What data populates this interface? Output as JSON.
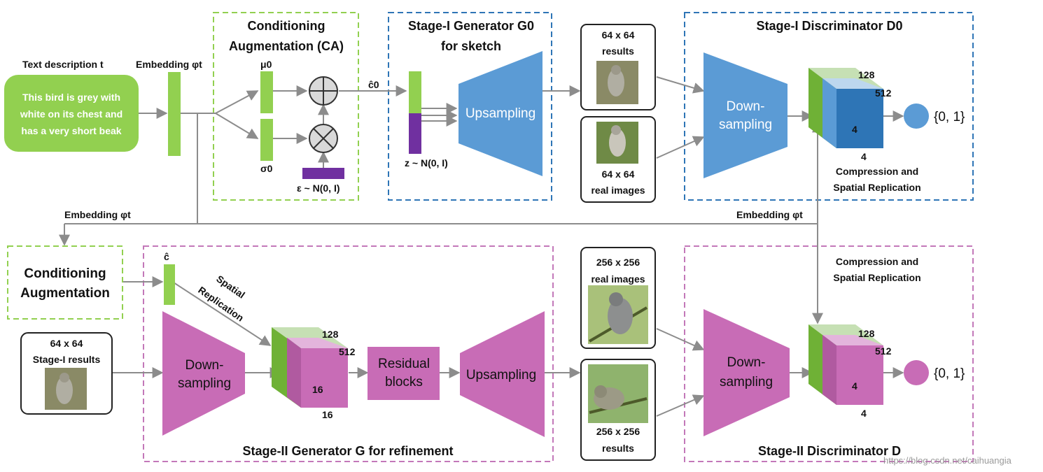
{
  "colors": {
    "green": "#92d050",
    "green_dark": "#6fb136",
    "blue": "#5b9bd5",
    "blue_dark": "#2e75b6",
    "purple": "#7030a0",
    "pink": "#c86cb6",
    "pink_light": "#e3b4dc",
    "stage1_border": "#2e75b6",
    "ca_border": "#92d050",
    "stage2_border": "#c378b9"
  },
  "text_description": {
    "title": "Text description t",
    "line1": "This bird is grey with",
    "line2": "white on its chest and",
    "line3": "has a very short beak"
  },
  "embedding_top": "Embedding φt",
  "embedding_left": "Embedding φt",
  "embedding_right": "Embedding φt",
  "ca_top": {
    "title1": "Conditioning",
    "title2": "Augmentation (CA)",
    "mu": "μ0",
    "sigma": "σ0",
    "epsilon": "ε ~ N(0, I)",
    "plus_icon": "circle-plus",
    "times_icon": "circle-times"
  },
  "stage1_gen": {
    "title1": "Stage-I Generator G0",
    "title2": "for sketch",
    "c_hat": "ĉ0",
    "z": "z ~ N(0, I)",
    "block": "Upsampling"
  },
  "stage1_images": {
    "results1": "64 x 64",
    "results2": "results",
    "real1": "64 x 64",
    "real2": "real images"
  },
  "stage1_disc": {
    "title": "Stage-I Discriminator D0",
    "block1": "Down-",
    "block2": "sampling",
    "dim128": "128",
    "dim512": "512",
    "dim4a": "4",
    "dim4b": "4",
    "caption1": "Compression and",
    "caption2": "Spatial Replication",
    "output": "{0, 1}"
  },
  "ca_bottom": {
    "title1": "Conditioning",
    "title2": "Augmentation"
  },
  "stage1_results_input": {
    "line1": "64 x 64",
    "line2": "Stage-I results"
  },
  "stage2_gen": {
    "title": "Stage-II Generator G for refinement",
    "c_hat": "ĉ",
    "spatial1": "Spatial",
    "spatial2": "Replication",
    "down1": "Down-",
    "down2": "sampling",
    "dim128": "128",
    "dim512": "512",
    "dim16a": "16",
    "dim16b": "16",
    "res1": "Residual",
    "res2": "blocks",
    "up": "Upsampling"
  },
  "stage2_images": {
    "real1": "256 x 256",
    "real2": "real images",
    "results1": "256 x 256",
    "results2": "results"
  },
  "stage2_disc": {
    "title": "Stage-II Discriminator D",
    "caption1": "Compression and",
    "caption2": "Spatial Replication",
    "block1": "Down-",
    "block2": "sampling",
    "dim128": "128",
    "dim512": "512",
    "dim4a": "4",
    "dim4b": "4",
    "output": "{0, 1}"
  },
  "watermark": "https://blog.csdn.net/caihuangia"
}
